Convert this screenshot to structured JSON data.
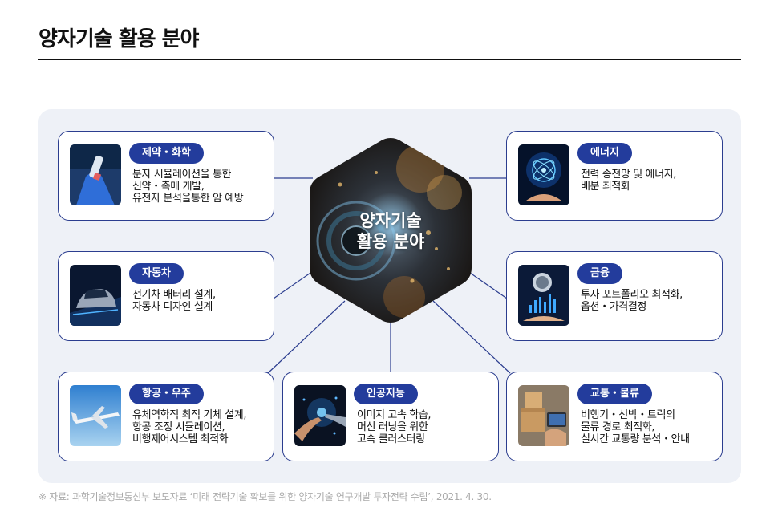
{
  "page": {
    "title": "양자기술 활용 분야"
  },
  "center": {
    "line1": "양자기술",
    "line2": "활용 분야"
  },
  "cards": {
    "pharma": {
      "tag": "제약・화학",
      "desc": "분자 시뮬레이션을 통한\n신약・촉매 개발,\n유전자 분석을통한 암 예방",
      "icon": "pharma-lab-photo"
    },
    "energy": {
      "tag": "에너지",
      "desc": "전력 송전망 및 에너지,\n배분 최적화",
      "icon": "energy-lightbulb-photo"
    },
    "auto": {
      "tag": "자동차",
      "desc": "전기차 배터리 설계,\n자동차 디자인 설계",
      "icon": "car-photo"
    },
    "finance": {
      "tag": "금융",
      "desc": "투자 포트폴리오 최적화,\n옵션・가격결정",
      "icon": "finance-chart-photo"
    },
    "aero": {
      "tag": "항공・우주",
      "desc": "유체역학적 최적 기체 설계,\n항공 조정 시뮬레이션,\n비행제어시스템 최적화",
      "icon": "airplane-photo"
    },
    "ai": {
      "tag": "인공지능",
      "desc": "이미지 고속 학습,\n머신 러닝을 위한\n고속 클러스터링",
      "icon": "ai-hand-photo"
    },
    "logistics": {
      "tag": "교통・물류",
      "desc": "비행기・선박・트럭의\n물류 경로 최적화,\n실시간 교통량 분석・안내",
      "icon": "logistics-box-photo"
    }
  },
  "footnote": "※ 자료: 과학기술정보통신부 보도자료 ‘미래 전략기술 확보를 위한 양자기술 연구개발 투자전략 수립’, 2021. 4. 30.",
  "colors": {
    "accent": "#233c9c",
    "panel": "#eef1f7",
    "border": "#2b3d8f"
  }
}
